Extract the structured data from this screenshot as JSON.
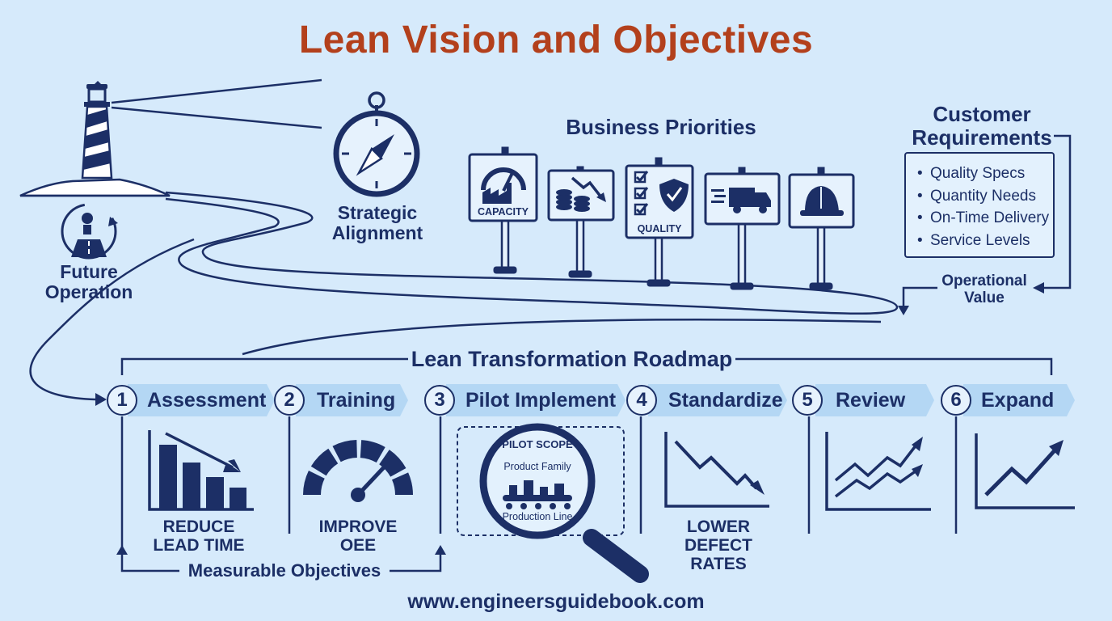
{
  "title": "Lean Vision and Objectives",
  "vision": {
    "future_operation": [
      "Future",
      "Operation"
    ],
    "strategic_alignment": [
      "Strategic",
      "Alignment"
    ]
  },
  "business_priorities": {
    "heading": "Business Priorities",
    "signs": [
      {
        "icon": "factory-gauge-icon",
        "caption": "CAPACITY"
      },
      {
        "icon": "coins-downtrend-icon",
        "caption": ""
      },
      {
        "icon": "checklist-shield-icon",
        "caption": "QUALITY"
      },
      {
        "icon": "delivery-truck-icon",
        "caption": ""
      },
      {
        "icon": "hard-hat-icon",
        "caption": ""
      }
    ]
  },
  "customer_requirements": {
    "heading": [
      "Customer",
      "Requirements"
    ],
    "items": [
      "Quality Specs",
      "Quantity Needs",
      "On-Time Delivery",
      "Service Levels"
    ],
    "output": [
      "Operational",
      "Value"
    ]
  },
  "roadmap": {
    "heading": "Lean Transformation Roadmap",
    "steps": [
      {
        "num": "1",
        "label": "Assessment"
      },
      {
        "num": "2",
        "label": "Training"
      },
      {
        "num": "3",
        "label": "Pilot Implement"
      },
      {
        "num": "4",
        "label": "Standardize"
      },
      {
        "num": "5",
        "label": "Review"
      },
      {
        "num": "6",
        "label": "Expand"
      }
    ]
  },
  "objectives": {
    "reduce_lead_time": [
      "REDUCE",
      "LEAD TIME"
    ],
    "improve_oee": [
      "IMPROVE",
      "OEE"
    ],
    "lower_defect_rates": [
      "LOWER DEFECT",
      "RATES"
    ],
    "measurable_objectives": "Measurable Objectives"
  },
  "pilot_scope": {
    "heading": "PILOT SCOPE",
    "product_family": "Product Family",
    "production_line": "Production Line"
  },
  "footer": "www.engineersguidebook.com",
  "colors": {
    "background": "#d6eafb",
    "navy": "#1c2f66",
    "title_orange": "#b3401c",
    "ribbon": "#b4d7f4"
  }
}
